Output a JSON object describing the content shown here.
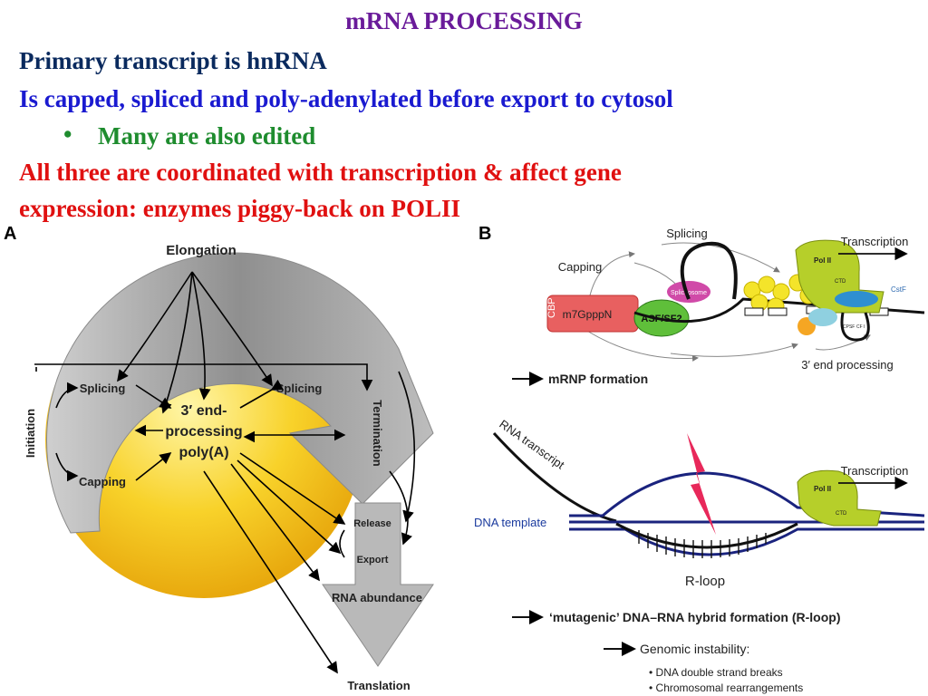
{
  "colors": {
    "title": "#6a1b9a",
    "dark_navy": "#0a2a5e",
    "blue": "#1a1ad0",
    "green": "#1e8c2e",
    "red": "#e01010",
    "yellow_circle": "#f5c518",
    "grey_arrow": "#9a9a9a",
    "pink_bolt": "#e8285a",
    "poly2": "#b6cf2a"
  },
  "slide": {
    "title": "mRNA PROCESSING",
    "line1": "Primary transcript is hnRNA",
    "line2": "Is capped, spliced and poly-adenylated before export to cytosol",
    "bullet_mark": "•",
    "line3": "Many are also edited",
    "line4": "All three are coordinated with transcription & affect gene",
    "line5": "expression: enzymes piggy-back on POLII"
  },
  "panel_a": {
    "letter": "A",
    "elongation": "Elongation",
    "initiation": "Initiation",
    "termination": "Termination",
    "splicing_left": "Splicing",
    "splicing_right": "Splicing",
    "capping": "Capping",
    "center_line1": "3′ end-",
    "center_line2": "processing",
    "center_line3": "poly(A)",
    "release": "Release",
    "export": "Export",
    "rna_abundance": "RNA abundance",
    "translation": "Translation"
  },
  "panel_b": {
    "letter": "B",
    "splicing": "Splicing",
    "transcription_top": "Transcription",
    "capping": "Capping",
    "cbp": "CBP",
    "m7gpppn": "m7GpppN",
    "asf": "ASF/SF2",
    "spliceosome": "Spliceosome",
    "pol2_top": "Pol II",
    "ctd_top": "CTD",
    "cstf": "CstF",
    "cpsf": "CPSF",
    "cf1": "CF I",
    "end_processing": "3′ end processing",
    "mrnp": "mRNP formation",
    "rna_transcript": "RNA transcript",
    "transcription_bottom": "Transcription",
    "pol2_bottom": "Pol II",
    "ctd_bottom": "CTD",
    "dna_template": "DNA template",
    "rloop": "R-loop",
    "mutagenic": "‘mutagenic’  DNA–RNA hybrid formation (R-loop)",
    "genomic": "Genomic instability:",
    "bullet1": "• DNA double strand breaks",
    "bullet2": "• Chromosomal rearrangements"
  }
}
